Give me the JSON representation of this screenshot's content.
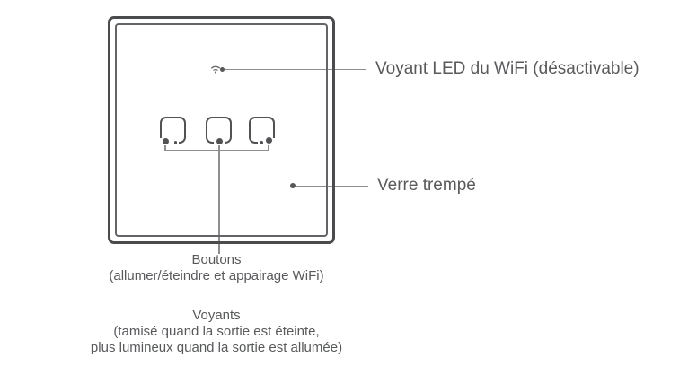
{
  "callouts": {
    "wifi_led": {
      "label": "Voyant LED du WiFi (désactivable)"
    },
    "glass": {
      "label": "Verre trempé"
    },
    "buttons": {
      "title": "Boutons",
      "description": "(allumer/éteindre et appairage WiFi)"
    },
    "indicators": {
      "title": "Voyants",
      "description_line1": "(tamisé quand la sortie est éteinte,",
      "description_line2": "plus lumineux quand la sortie est allumée)"
    }
  },
  "icons": {
    "wifi": "wifi-icon"
  },
  "colors": {
    "text": "#58595b",
    "callout_line": "#8e8e8e",
    "panel_border_outer": "#4a4b4d",
    "panel_border_inner": "#626467",
    "button_border": "#515254",
    "background": "#ffffff"
  }
}
